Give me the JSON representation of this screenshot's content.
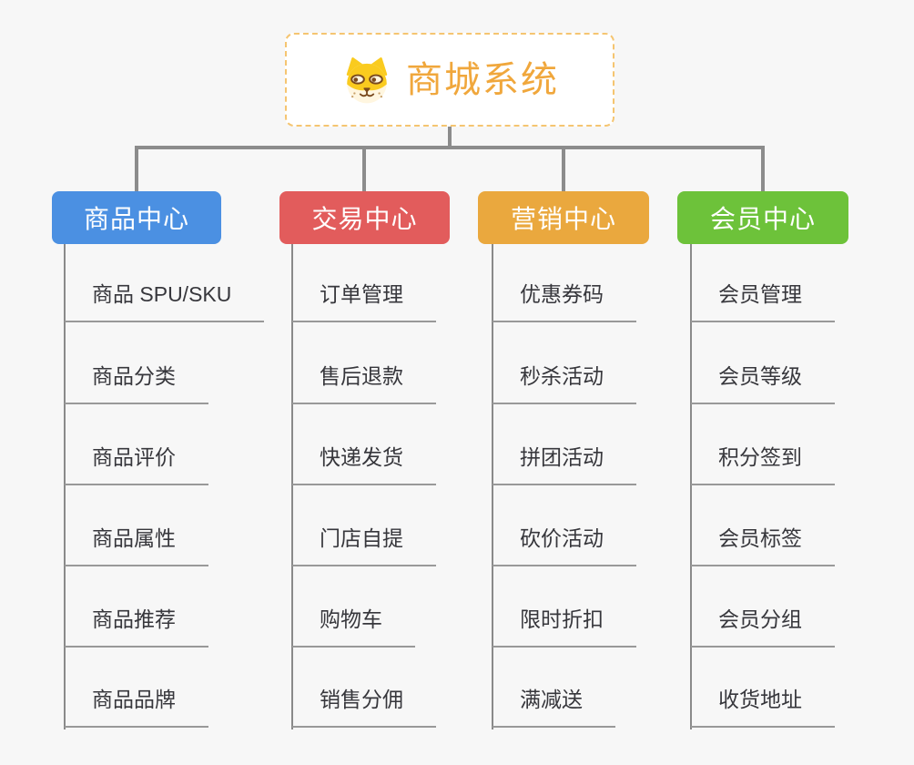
{
  "page": {
    "background_color": "#F7F7F7",
    "connector_color": "#8C8C8C"
  },
  "root": {
    "title": "商城系统",
    "icon": "shiba-dog-icon",
    "text_color": "#F0A73C",
    "border_color": "#F5C571"
  },
  "branches": [
    {
      "label": "商品中心",
      "color": "#4B90E2",
      "items": [
        "商品 SPU/SKU",
        "商品分类",
        "商品评价",
        "商品属性",
        "商品推荐",
        "商品品牌"
      ]
    },
    {
      "label": "交易中心",
      "color": "#E25C5C",
      "items": [
        "订单管理",
        "售后退款",
        "快递发货",
        "门店自提",
        "购物车",
        "销售分佣"
      ]
    },
    {
      "label": "营销中心",
      "color": "#EAA83E",
      "items": [
        "优惠券码",
        "秒杀活动",
        "拼团活动",
        "砍价活动",
        "限时折扣",
        "满减送"
      ]
    },
    {
      "label": "会员中心",
      "color": "#6DC23A",
      "items": [
        "会员管理",
        "会员等级",
        "积分签到",
        "会员标签",
        "会员分组",
        "收货地址"
      ]
    }
  ]
}
